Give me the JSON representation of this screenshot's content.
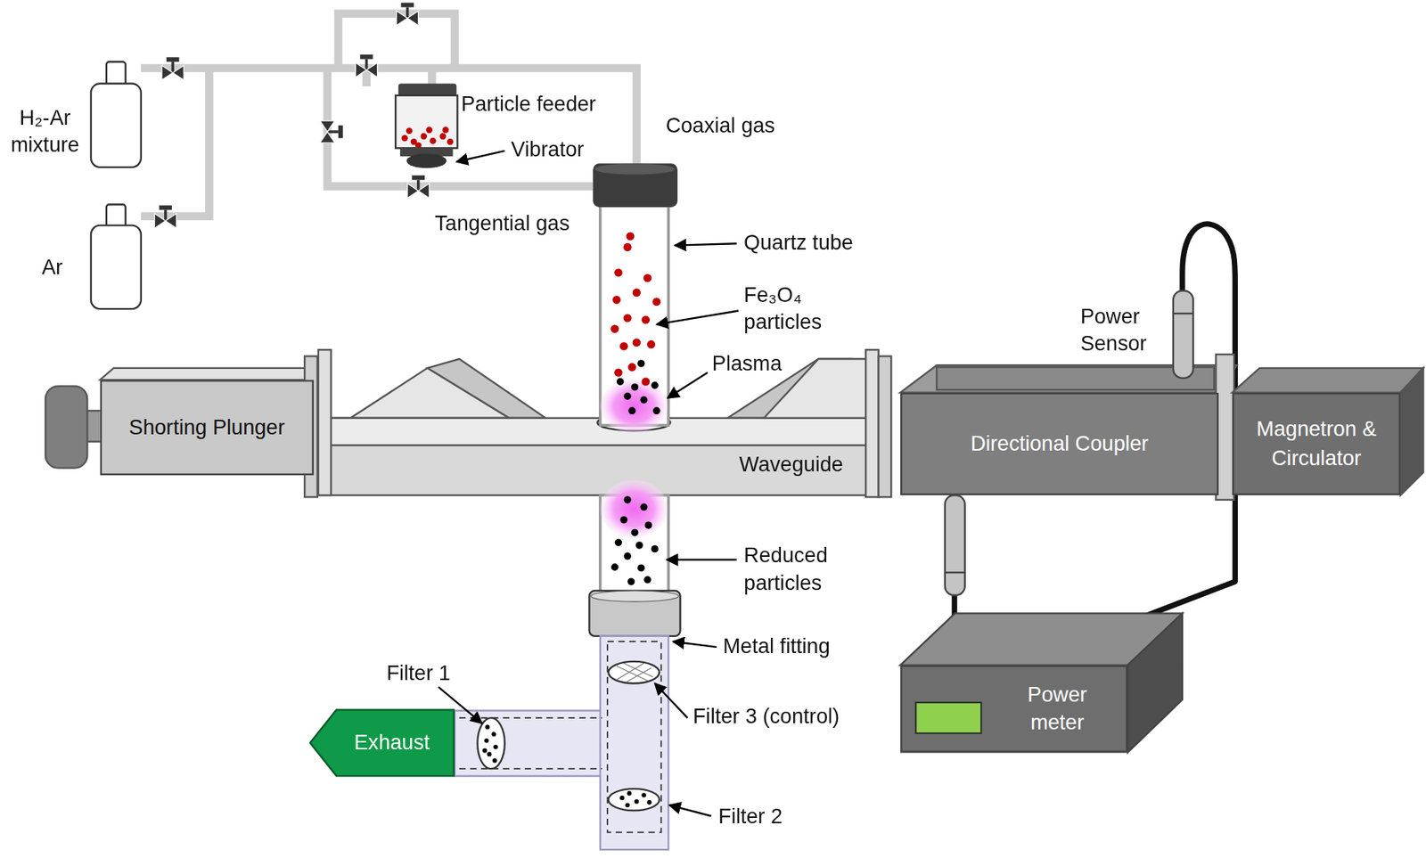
{
  "diagram": {
    "nodes": [
      {
        "text": [
          "Shorting Plunger"
        ]
      },
      {
        "text": [
          "Waveguide"
        ]
      },
      {
        "text": [
          "Directional Coupler"
        ]
      },
      {
        "text": [
          "Magnetron & Circulator"
        ]
      },
      {
        "text": [
          "Power meter"
        ]
      },
      {
        "text": [
          "Exhaust"
        ]
      }
    ],
    "edges": [
      {
        "from": 2,
        "to": 4,
        "arrow": "none"
      },
      {
        "from": 2,
        "to": 4,
        "arrow": "none"
      }
    ],
    "labels": [
      "H₂-Ar mixture",
      "Ar",
      "Particle feeder",
      "Vibrator",
      "Coaxial gas",
      "Tangential gas",
      "Quartz tube",
      "Fe₃O₄ particles",
      "Plasma",
      "Power Sensor",
      "Reduced particles",
      "Metal fitting",
      "Filter 1",
      "Filter 3 (control)",
      "Filter 2"
    ]
  }
}
